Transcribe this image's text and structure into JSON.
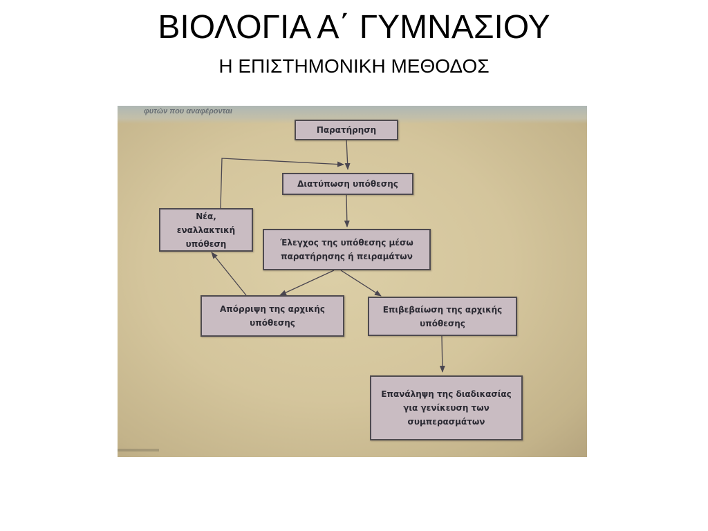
{
  "slide": {
    "title": "ΒΙΟΛΟΓΙΑ Α΄ ΓΥΜΝΑΣΙΟΥ",
    "subtitle": "Η ΕΠΙΣΤΗΜΟΝΙΚΗ ΜΕΘΟΔΟΣ"
  },
  "photo": {
    "top_text": "φυτών που αναφέρονται"
  },
  "diagram": {
    "nodes": {
      "observation": "Παρατήρηση",
      "hypothesis": "Διατύπωση υπόθεσης",
      "testing": "Έλεγχος της υπόθεσης μέσω παρατήρησης ή πειραμάτων",
      "alternative": "Νέα, εναλλακτική υπόθεση",
      "rejection": "Απόρριψη της αρχικής υπόθεσης",
      "confirmation": "Επιβεβαίωση της αρχικής υπόθεσης",
      "repetition": "Επανάληψη της διαδικασίας για γενίκευση των συμπερασμάτων"
    }
  },
  "colors": {
    "box_fill": "#c9bcc2",
    "box_border": "#4e4a4f",
    "paper": "#d4c59c",
    "arrow": "#4a4650"
  }
}
